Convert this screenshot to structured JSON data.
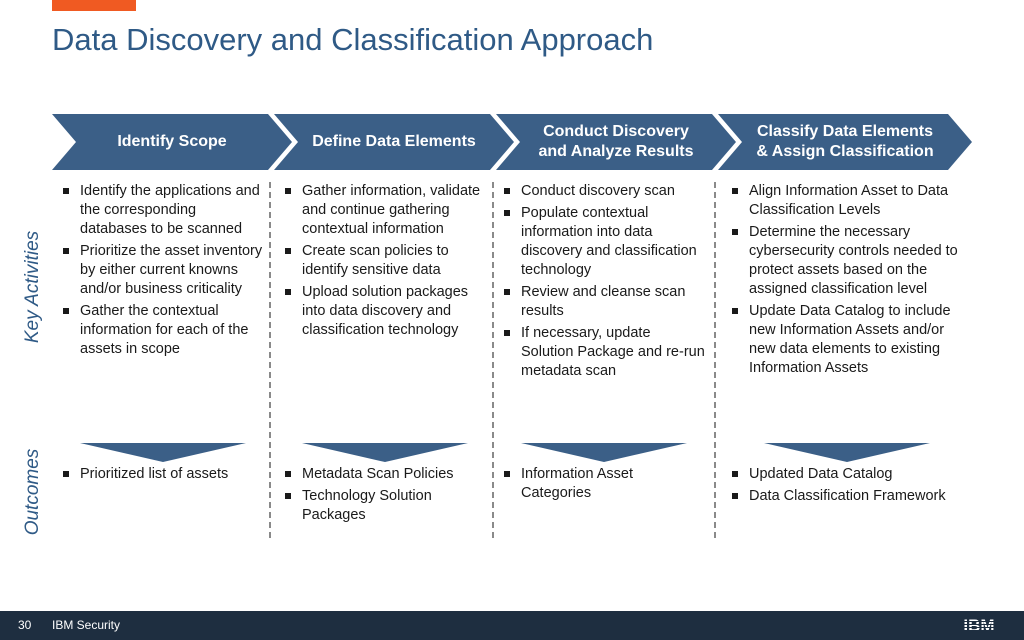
{
  "title": "Data Discovery and Classification Approach",
  "side_labels": {
    "activities": "Key Activities",
    "outcomes": "Outcomes"
  },
  "stages": [
    {
      "title_line1": "Identify Scope",
      "title_line2": "",
      "activities": [
        "Identify the applications and the corresponding databases to be scanned",
        "Prioritize the asset inventory by either current knowns and/or business criticality",
        "Gather the contextual information for each of the assets in scope"
      ],
      "outcomes": [
        "Prioritized list of assets"
      ]
    },
    {
      "title_line1": "Define Data Elements",
      "title_line2": "",
      "activities": [
        "Gather information, validate and continue gathering contextual information",
        "Create scan policies to identify sensitive data",
        "Upload solution packages into data discovery and classification technology"
      ],
      "outcomes": [
        "Metadata Scan Policies",
        "Technology Solution Packages"
      ]
    },
    {
      "title_line1": "Conduct Discovery",
      "title_line2": "and Analyze Results",
      "activities": [
        "Conduct discovery scan",
        "Populate contextual information into data discovery and classification technology",
        "Review and cleanse scan results",
        "If necessary, update Solution Package and re-run metadata scan"
      ],
      "outcomes": [
        "Information Asset Categories"
      ]
    },
    {
      "title_line1": "Classify Data Elements",
      "title_line2": "& Assign Classification",
      "activities": [
        "Align Information Asset to Data Classification Levels",
        "Determine the necessary cybersecurity controls needed to protect assets based on the assigned classification level",
        "Update Data Catalog to include new Information Assets and/or new data elements to existing Information Assets"
      ],
      "outcomes": [
        "Updated Data Catalog",
        "Data Classification Framework"
      ]
    }
  ],
  "footer": {
    "page_number": "30",
    "brand": "IBM Security",
    "logo_text": "IBM"
  },
  "colors": {
    "accent": "#f05a22",
    "chevron": "#3b5f87",
    "title": "#2f5a86",
    "footer": "#1e2e40"
  }
}
